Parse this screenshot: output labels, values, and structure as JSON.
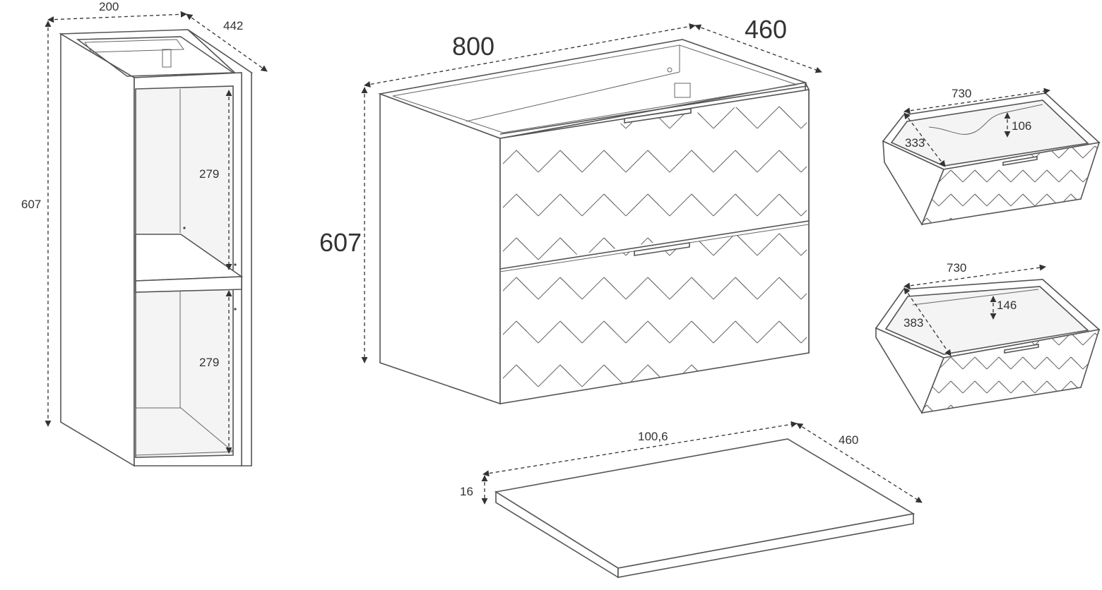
{
  "diagram": {
    "side_cabinet": {
      "width_label": "200",
      "depth_label": "442",
      "height_label": "607",
      "upper_shelf_label": "279",
      "lower_shelf_label": "279"
    },
    "vanity_cabinet": {
      "width_label": "800",
      "depth_label": "460",
      "height_label": "607"
    },
    "top_drawer": {
      "width_label": "730",
      "depth_label": "333",
      "height_label": "106"
    },
    "bottom_drawer": {
      "width_label": "730",
      "depth_label": "383",
      "height_label": "146"
    },
    "countertop": {
      "width_label": "100,6",
      "depth_label": "460",
      "thickness_label": "16"
    }
  }
}
